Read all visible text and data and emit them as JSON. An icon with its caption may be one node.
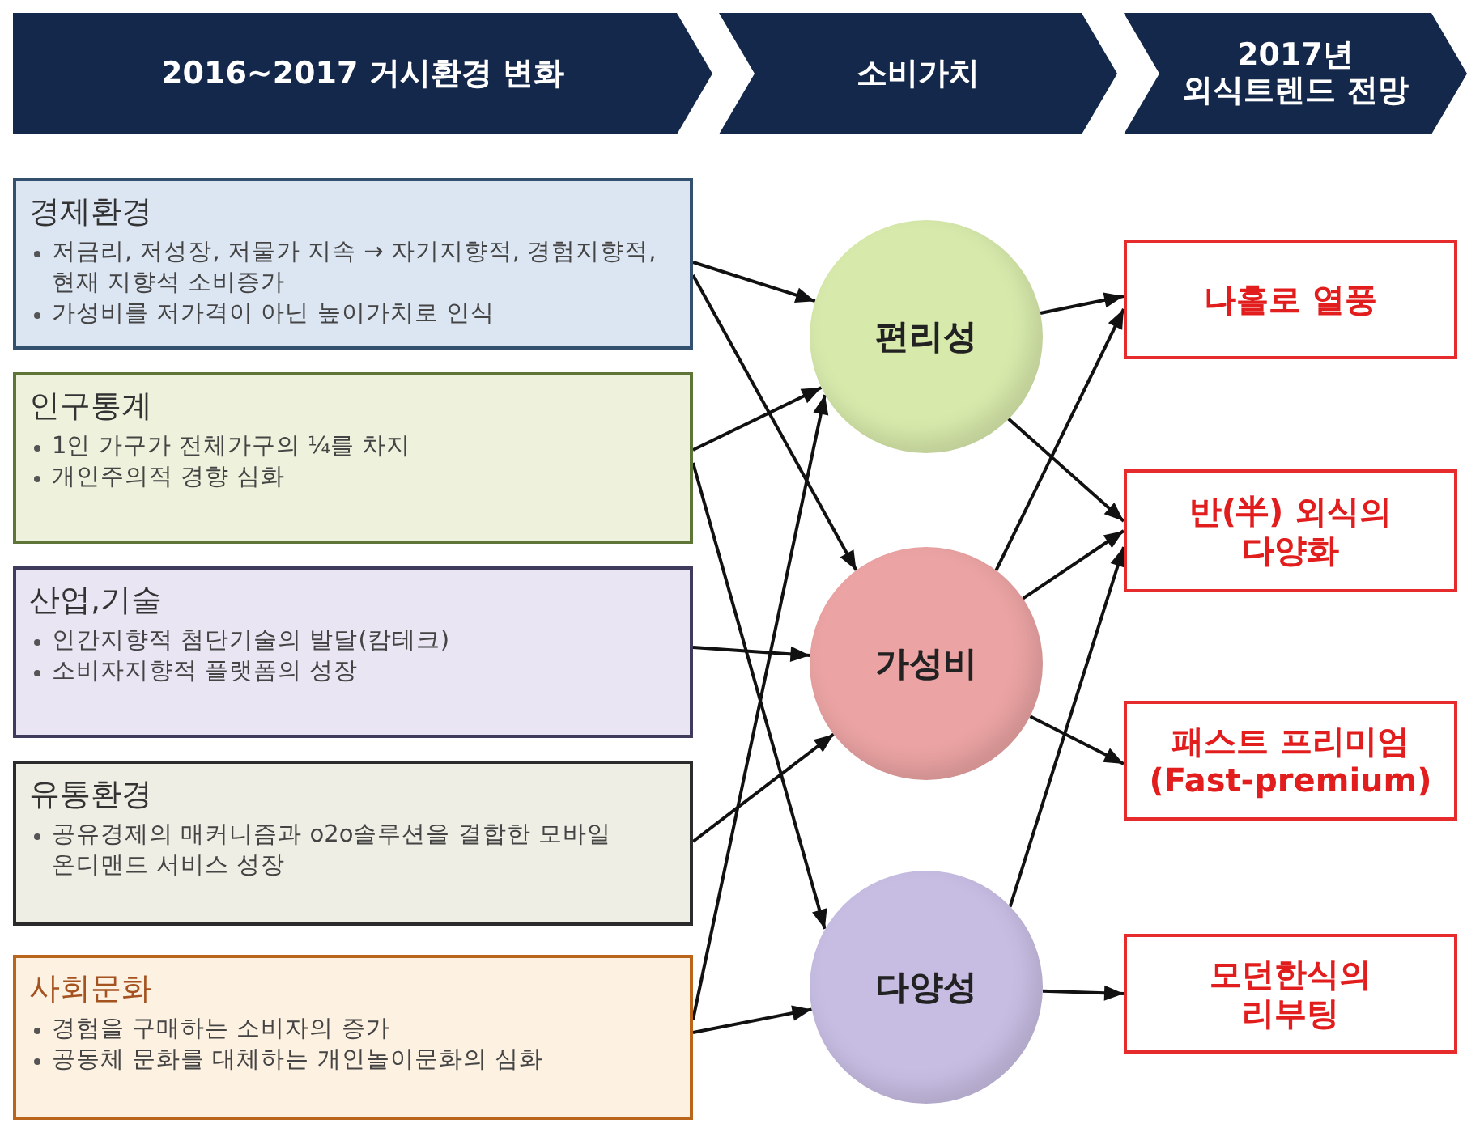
{
  "diagram": {
    "nodes": [
      {
        "text": [
          "2016~2017 거시환경 변화"
        ]
      },
      {
        "text": [
          "소비가치"
        ]
      },
      {
        "text": [
          "2017년 외식트렌드 전망"
        ]
      },
      {
        "text": [
          "경제환경",
          "저금리, 저성장, 저물가 지속 → 자기지향적, 경험지향적, 현재 지향석 소비증가",
          "가성비를 저가격이 아닌 높이가치로 인식"
        ]
      },
      {
        "text": [
          "인구통계",
          "1인 가구가 전체가구의 ¼를 차지",
          "개인주의적 경향 심화"
        ]
      },
      {
        "text": [
          "산업,기술",
          "인간지향적 첨단기술의 발달(캄테크)",
          "소비자지향적 플랫폼의 성장"
        ]
      },
      {
        "text": [
          "유통환경",
          "공유경제의 매커니즘과 o2o솔루션을 결합한 모바일 온디맨드 서비스 성장"
        ]
      },
      {
        "text": [
          "사회문화",
          "경험을 구매하는 소비자의 증가",
          "공동체 문화를 대체하는 개인놀이문화의 심화"
        ]
      },
      {
        "text": [
          "편리성"
        ]
      },
      {
        "text": [
          "가성비"
        ]
      },
      {
        "text": [
          "다양성"
        ]
      },
      {
        "text": [
          "나홀로 열풍"
        ]
      },
      {
        "text": [
          "반(半) 외식의 다양화"
        ]
      },
      {
        "text": [
          "패스트 프리미엄 (Fast-premium)"
        ]
      },
      {
        "text": [
          "모던한식의 리부팅"
        ]
      }
    ],
    "edges": [
      {
        "from": 3,
        "to": 8,
        "arrow": "to"
      },
      {
        "from": 3,
        "to": 9,
        "arrow": "to"
      },
      {
        "from": 4,
        "to": 8,
        "arrow": "to"
      },
      {
        "from": 4,
        "to": 10,
        "arrow": "to"
      },
      {
        "from": 5,
        "to": 9,
        "arrow": "to"
      },
      {
        "from": 6,
        "to": 9,
        "arrow": "to"
      },
      {
        "from": 7,
        "to": 10,
        "arrow": "to"
      },
      {
        "from": 7,
        "to": 8,
        "arrow": "to"
      },
      {
        "from": 8,
        "to": 11,
        "arrow": "to"
      },
      {
        "from": 8,
        "to": 12,
        "arrow": "to"
      },
      {
        "from": 9,
        "to": 11,
        "arrow": "to"
      },
      {
        "from": 9,
        "to": 12,
        "arrow": "to"
      },
      {
        "from": 9,
        "to": 13,
        "arrow": "to"
      },
      {
        "from": 10,
        "to": 12,
        "arrow": "to"
      },
      {
        "from": 10,
        "to": 14,
        "arrow": "to"
      }
    ]
  }
}
